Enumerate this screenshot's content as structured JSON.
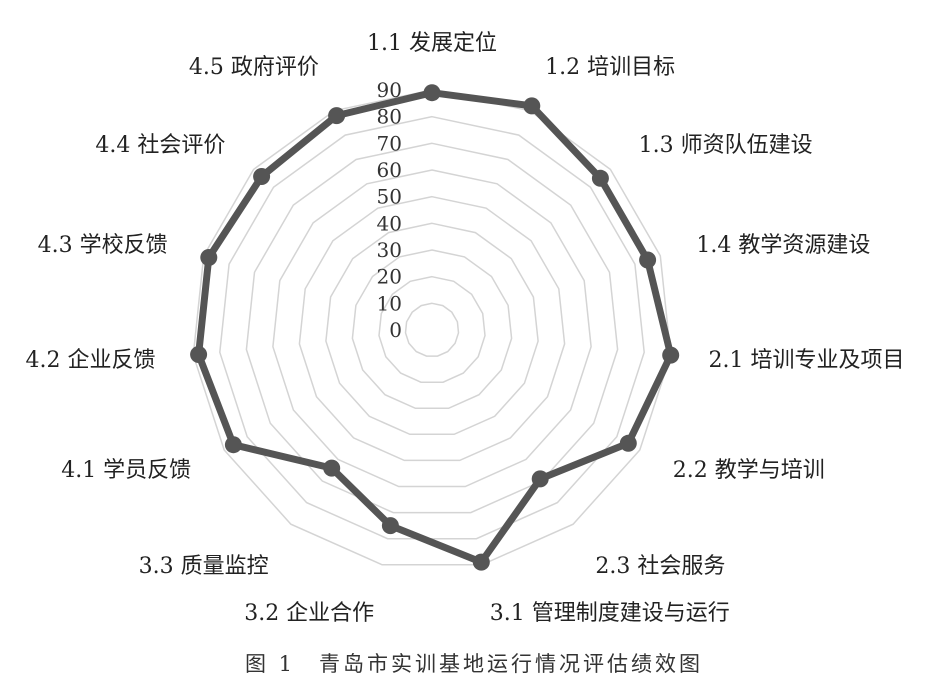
{
  "chart_data": {
    "type": "radar",
    "title": "",
    "categories": [
      "1.1 发展定位",
      "1.2 培训目标",
      "1.3 师资队伍建设",
      "1.4 教学资源建设",
      "2.1 培训专业及项目",
      "2.2 教学与培训",
      "2.3 社会服务",
      "3.1 管理制度建设与运行",
      "3.2 企业合作",
      "3.3 质量监控",
      "4.1 学员反馈",
      "4.2 企业反馈",
      "4.3 学校反馈",
      "4.4 社会评价",
      "4.5 政府评价"
    ],
    "series": [
      {
        "values": [
          89,
          92,
          85,
          85,
          90,
          85,
          69,
          89,
          75,
          64,
          86,
          88,
          88,
          86,
          88
        ],
        "color": "#555555"
      }
    ],
    "rlim": [
      0,
      90
    ],
    "ticks": [
      "0",
      "10",
      "20",
      "30",
      "40",
      "50",
      "60",
      "70",
      "80",
      "90"
    ],
    "grid": true,
    "legend": "none"
  },
  "caption": "图 1　青岛市实训基地运行情况评估绩效图"
}
